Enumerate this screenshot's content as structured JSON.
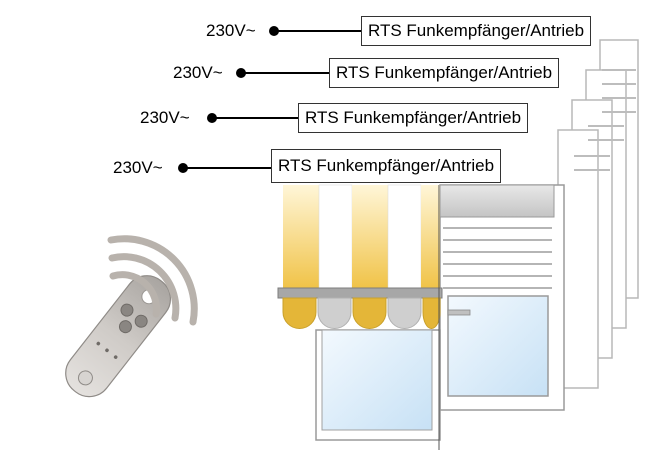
{
  "receivers": [
    {
      "voltage": "230V~",
      "label": "RTS Funkempfänger/Antrieb"
    },
    {
      "voltage": "230V~",
      "label": "RTS Funkempfänger/Antrieb"
    },
    {
      "voltage": "230V~",
      "label": "RTS Funkempfänger/Antrieb"
    },
    {
      "voltage": "230V~",
      "label": "RTS Funkempfänger/Antrieb"
    }
  ],
  "colors": {
    "awning_yellow": "#f2c84b",
    "awning_white": "#ffffff",
    "awning_grey": "#c8c8c8",
    "frame_grey": "#d0d0d0",
    "glass_blue": "#cfe6f7",
    "remote_silver": "#c9c6c2",
    "signal_arcs": "#b8b2ac"
  },
  "icons": {
    "remote": "remote-control-icon",
    "signal": "radio-signal-icon"
  }
}
